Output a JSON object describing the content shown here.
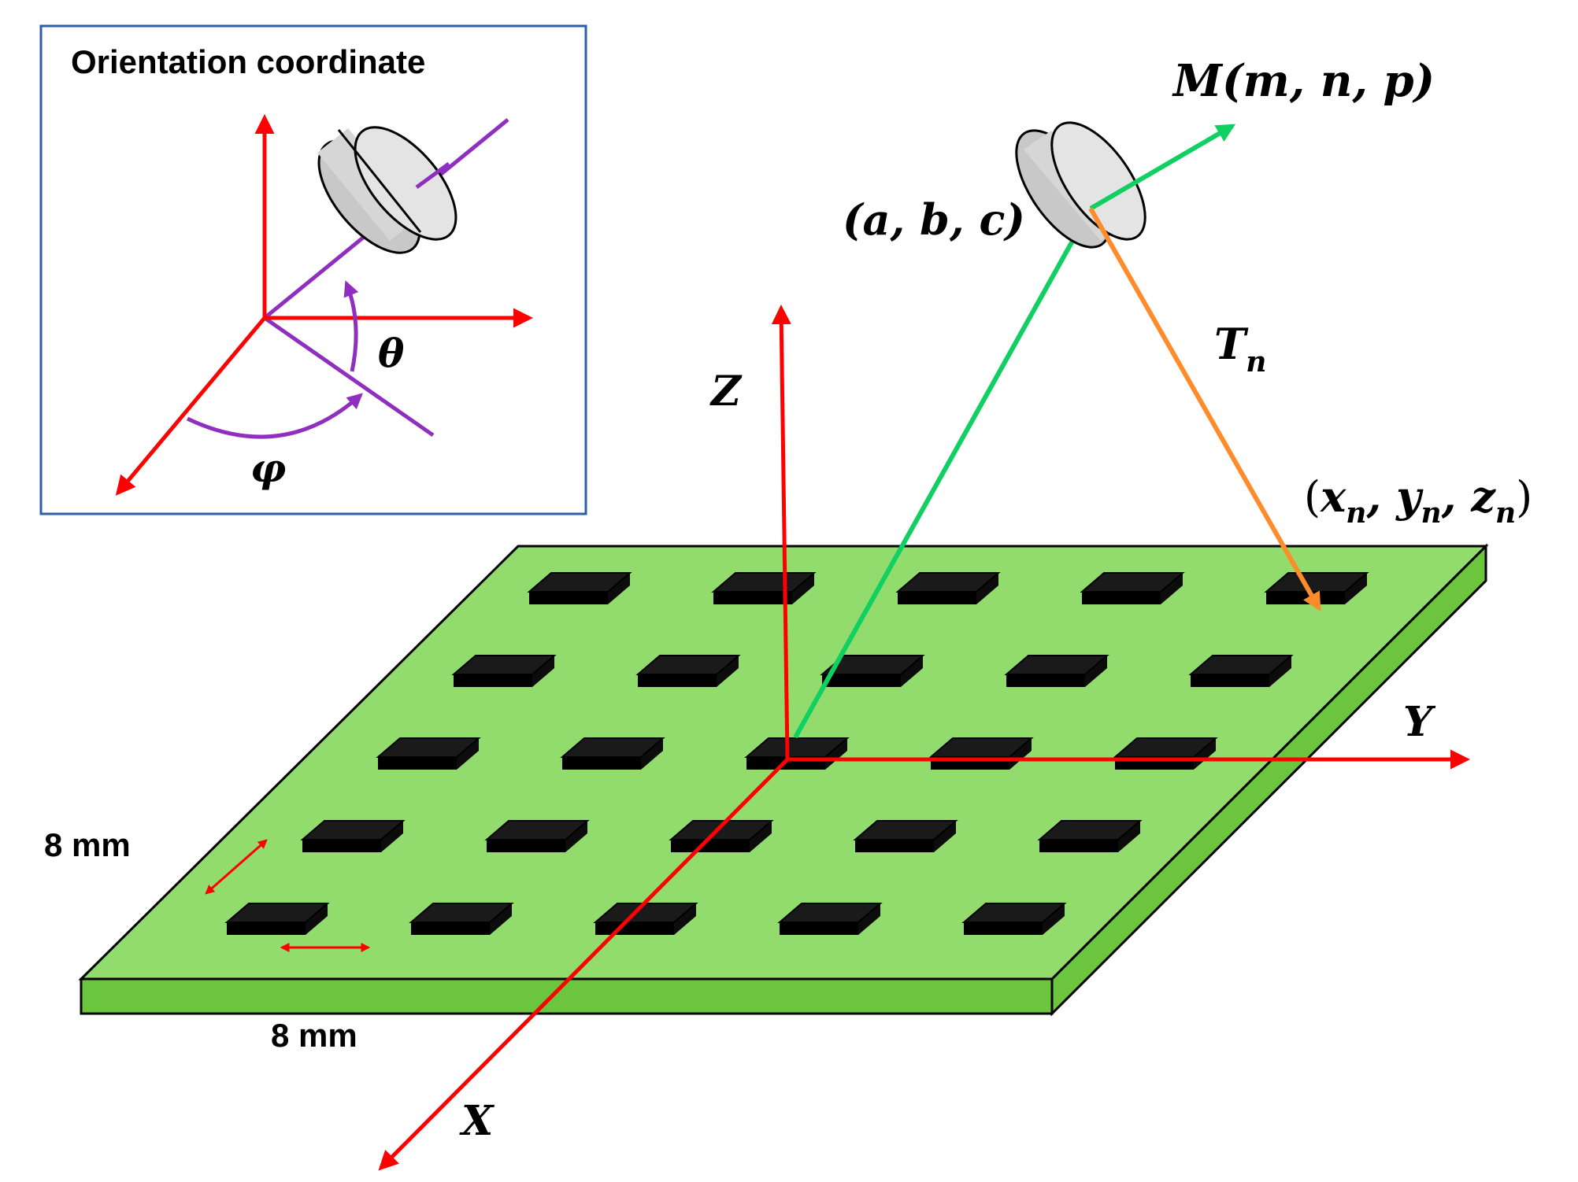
{
  "inset": {
    "title": "Orientation coordinate",
    "theta_label": "θ",
    "phi_label": "φ"
  },
  "axes": {
    "x_label": "X",
    "y_label": "Y",
    "z_label": "Z"
  },
  "magnet": {
    "position_label": "(a, b, c)",
    "moment_label": "M(m, n, p)"
  },
  "sensor": {
    "distance_label": "T",
    "distance_subscript": "n",
    "position_label_x": "x",
    "position_label_y": "y",
    "position_label_z": "z",
    "position_subscript": "n"
  },
  "dimensions": {
    "pitch_x_label": "8 mm",
    "pitch_y_label": "8 mm"
  },
  "grid": {
    "rows": 5,
    "cols": 5
  },
  "colors": {
    "board_top": "#92dc6e",
    "board_side": "#6bc63e",
    "sensor": "#1a1a1a",
    "axis": "#ff0000",
    "moment": "#0fd060",
    "distance": "#ff8c2a",
    "angle": "#8e2fc0",
    "inset_border": "#2e5fa6"
  }
}
